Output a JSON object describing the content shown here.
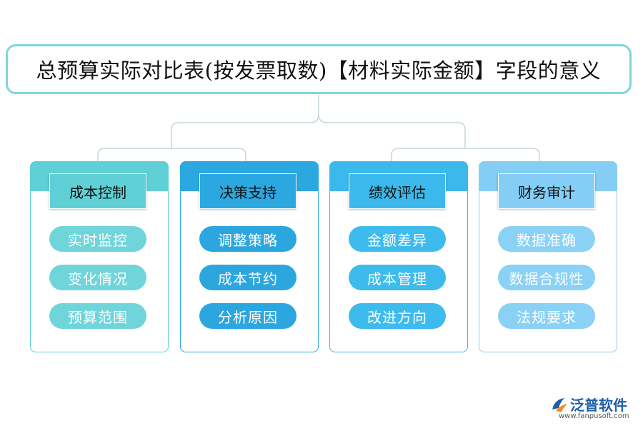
{
  "title": "总预算实际对比表(按发票取数)【材料实际金额】字段的意义",
  "colors": {
    "title_border": "#7fd6dc",
    "connector": "#c5d6dd",
    "logo_blue": "#1f5fa8",
    "logo_orange": "#f08c2a"
  },
  "cards": [
    {
      "header": "成本控制",
      "items": [
        "实时监控",
        "变化情况",
        "预算范围"
      ],
      "top_color": "#5fd0d6",
      "header_color": "#5fd0d6",
      "pill_color": "#6fd5da",
      "border_color": "#5fd0d6"
    },
    {
      "header": "决策支持",
      "items": [
        "调整策略",
        "成本节约",
        "分析原因"
      ],
      "top_color": "#2ba8e0",
      "header_color": "#2ba8e0",
      "pill_color": "#2ca6df",
      "border_color": "#2ba8e0"
    },
    {
      "header": "绩效评估",
      "items": [
        "金额差异",
        "成本管理",
        "改进方向"
      ],
      "top_color": "#3cb9ec",
      "header_color": "#3cb9ec",
      "pill_color": "#3dbbec",
      "border_color": "#3cb9ec"
    },
    {
      "header": "财务审计",
      "items": [
        "数据准确",
        "数据合规性",
        "法规要求"
      ],
      "top_color": "#84cdf5",
      "header_color": "#84cdf5",
      "pill_color": "#8ad1f6",
      "border_color": "#84cdf5"
    }
  ],
  "logo": {
    "name": "泛普软件",
    "url": "www.fanpusoft.com"
  }
}
